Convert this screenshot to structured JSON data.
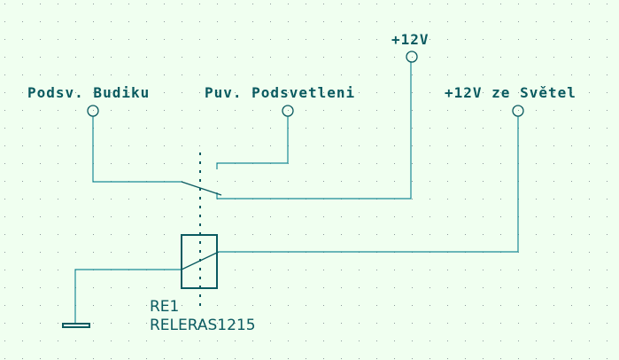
{
  "schematic": {
    "connectors": [
      {
        "label": "Podsv. Budiku"
      },
      {
        "label": "Puv. Podsvetleni"
      },
      {
        "label": "+12V"
      },
      {
        "label": "+12V ze Světel"
      }
    ],
    "relay": {
      "reference": "RE1",
      "value": "RELERAS1215"
    }
  },
  "colors": {
    "background": "#f0fff0",
    "wire": "#1a8a96",
    "component": "#0a5a60",
    "grid_dot": "#8a9a9a"
  }
}
